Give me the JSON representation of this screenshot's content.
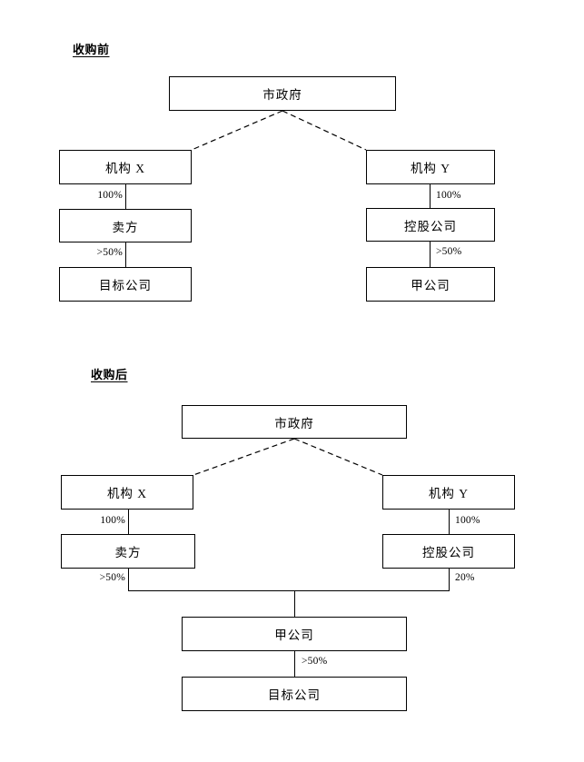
{
  "document": {
    "type": "ownership-structure-diagram",
    "language": "zh",
    "background_color": "#ffffff",
    "line_color": "#000000"
  },
  "sections": [
    {
      "id": "before",
      "title": "收购前",
      "nodes": {
        "government": "市政府",
        "agency_x": "机构 X",
        "agency_y": "机构 Y",
        "seller": "卖方",
        "holding": "控股公司",
        "target": "目标公司",
        "company_a": "甲公司"
      },
      "edge_labels": {
        "x_to_seller": "100%",
        "seller_to_target": ">50%",
        "y_to_holding": "100%",
        "holding_to_company_a": ">50%"
      },
      "relations": [
        {
          "from": "市政府",
          "to": "机构 X",
          "style": "dashed",
          "label": ""
        },
        {
          "from": "市政府",
          "to": "机构 Y",
          "style": "dashed",
          "label": ""
        },
        {
          "from": "机构 X",
          "to": "卖方",
          "style": "solid",
          "label": "100%"
        },
        {
          "from": "卖方",
          "to": "目标公司",
          "style": "solid",
          "label": ">50%"
        },
        {
          "from": "机构 Y",
          "to": "控股公司",
          "style": "solid",
          "label": "100%"
        },
        {
          "from": "控股公司",
          "to": "甲公司",
          "style": "solid",
          "label": ">50%"
        }
      ]
    },
    {
      "id": "after",
      "title": "收购后",
      "nodes": {
        "government": "市政府",
        "agency_x": "机构 X",
        "agency_y": "机构 Y",
        "seller": "卖方",
        "holding": "控股公司",
        "company_a": "甲公司",
        "target": "目标公司"
      },
      "edge_labels": {
        "x_to_seller": "100%",
        "y_to_holding": "100%",
        "seller_to_company_a": ">50%",
        "holding_to_company_a": "20%",
        "company_a_to_target": ">50%"
      },
      "relations": [
        {
          "from": "市政府",
          "to": "机构 X",
          "style": "dashed",
          "label": ""
        },
        {
          "from": "市政府",
          "to": "机构 Y",
          "style": "dashed",
          "label": ""
        },
        {
          "from": "机构 X",
          "to": "卖方",
          "style": "solid",
          "label": "100%"
        },
        {
          "from": "机构 Y",
          "to": "控股公司",
          "style": "solid",
          "label": "100%"
        },
        {
          "from": "卖方",
          "to": "甲公司",
          "style": "solid",
          "label": ">50%"
        },
        {
          "from": "控股公司",
          "to": "甲公司",
          "style": "solid",
          "label": "20%"
        },
        {
          "from": "甲公司",
          "to": "目标公司",
          "style": "solid",
          "label": ">50%"
        }
      ]
    }
  ]
}
